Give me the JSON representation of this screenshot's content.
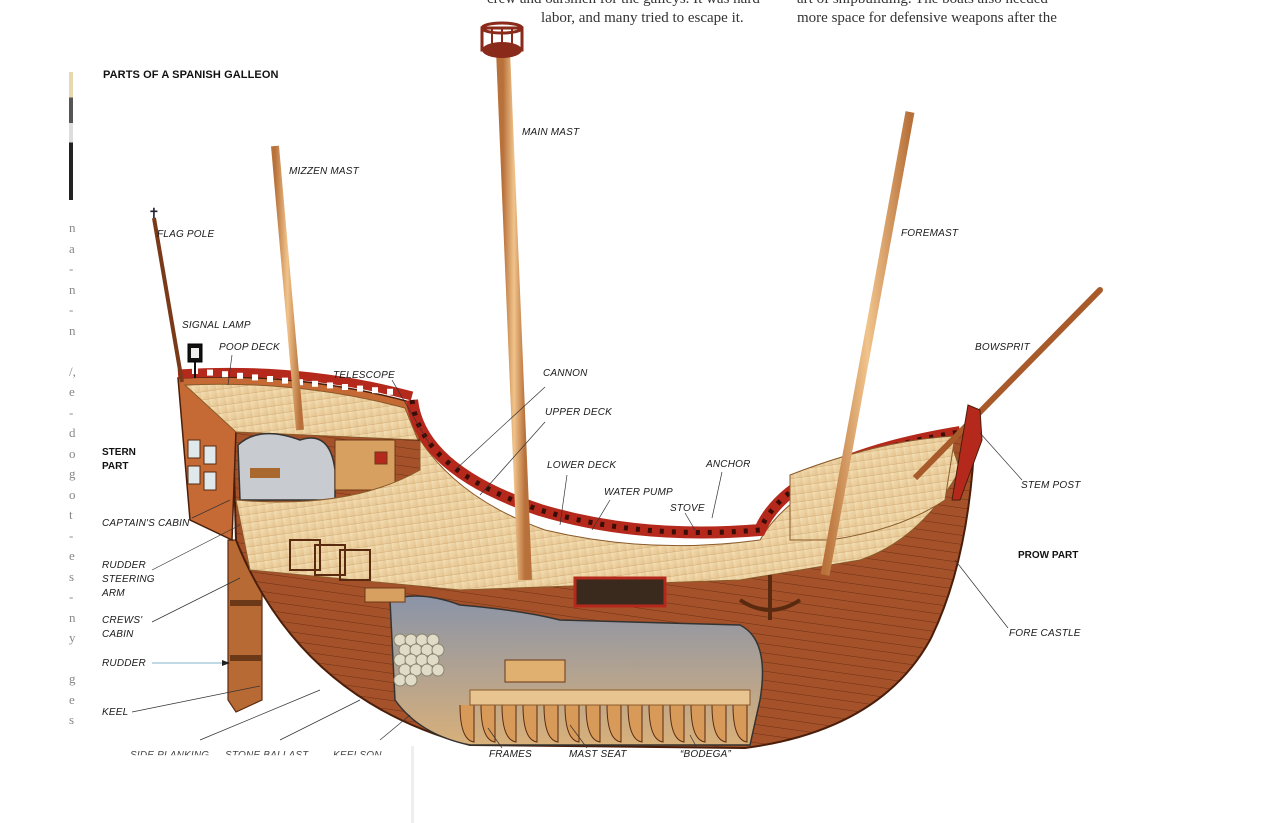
{
  "page": {
    "column_left_top_partial": "crew and oarsmen for the galleys. It was hard",
    "column_left_line": "labor, and many tried to escape it.",
    "column_right_top_partial": "art of shipbuilding. The boats also needed",
    "column_right_line": "more space for defensive weapons after the",
    "margin_chars": [
      "n",
      "a",
      "-",
      "n",
      "-",
      "n",
      "",
      "/,",
      "e",
      "-",
      "d",
      "o",
      "g",
      "o",
      "t",
      "-",
      "e",
      "s",
      "-",
      "n",
      "y",
      "",
      "g",
      "e",
      "s"
    ]
  },
  "diagram": {
    "title": "PARTS OF A SPANISH GALLEON",
    "sections": {
      "stern": [
        "STERN",
        "PART"
      ],
      "prow": "PROW PART"
    },
    "labels": {
      "main_mast": "MAIN MAST",
      "mizzen_mast": "MIZZEN MAST",
      "flag_pole": "FLAG POLE",
      "foremast": "FOREMAST",
      "signal_lamp": "SIGNAL LAMP",
      "poop_deck": "POOP DECK",
      "telescope": "TELESCOPE",
      "cannon": "CANNON",
      "upper_deck": "UPPER DECK",
      "lower_deck": "LOWER DECK",
      "water_pump": "WATER PUMP",
      "anchor": "ANCHOR",
      "stove": "STOVE",
      "bowsprit": "BOWSPRIT",
      "stem_post": "STEM POST",
      "fore_castle": "FORE CASTLE",
      "captains_cabin": "CAPTAIN'S CABIN",
      "rudder_steering_arm": [
        "RUDDER",
        "STEERING",
        "ARM"
      ],
      "crews_cabin": [
        "CREWS'",
        "CABIN"
      ],
      "rudder": "RUDDER",
      "keel": "KEEL",
      "side_planking": "SIDE PLANKING",
      "stone_ballast": "STONE BALLAST",
      "keelson": "KEELSON",
      "frames": "FRAMES",
      "mast_seat": "MAST SEAT",
      "bodega": "“BODEGA”"
    },
    "colors": {
      "hull_wood": "#a0522d",
      "deck_wood": "#f0d9a8",
      "rail_red": "#b5281c",
      "mast": "#d9a066"
    }
  }
}
